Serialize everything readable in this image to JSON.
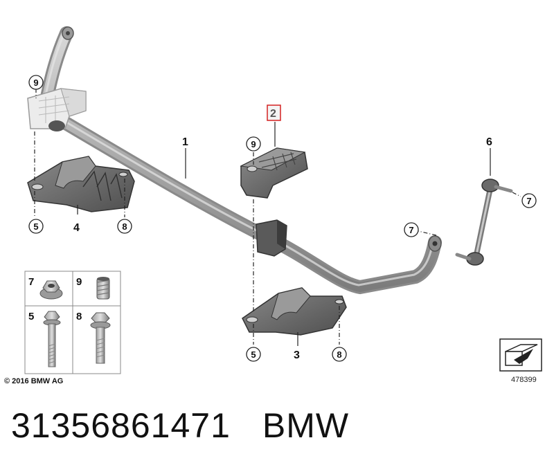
{
  "diagram": {
    "copyright": "© 2016 BMW AG",
    "diagram_number": "478399",
    "callouts": {
      "bar": "1",
      "bracket_top": "2",
      "bracket_right": "3",
      "bracket_left": "4",
      "bolt_left": "5",
      "bolt_right": "5",
      "link": "6",
      "nut_right_top": "7",
      "nut_link": "7",
      "bolt8_left": "8",
      "bolt8_right": "8",
      "bush_top_left": "9",
      "bush_center": "9"
    },
    "hardware_table": {
      "cells": [
        "7",
        "9",
        "5",
        "8"
      ]
    }
  },
  "caption": {
    "part_number": "31356861471",
    "brand": "BMW"
  },
  "colors": {
    "part_gray": "#6e6e6e",
    "part_dark": "#4a4a4a",
    "bar_light": "#b7b7b7",
    "highlight_red": "#d42020",
    "line": "#222222"
  }
}
